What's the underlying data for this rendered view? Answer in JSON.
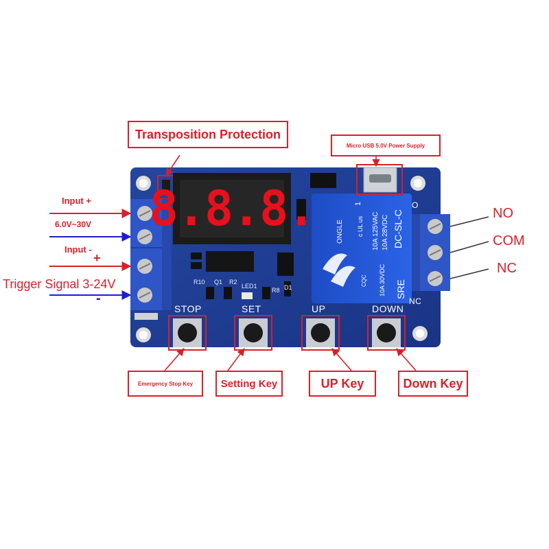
{
  "callouts": {
    "transposition_protection": "Transposition Protection",
    "micro_usb": "Micro USB 5.0V Power Supply",
    "emergency_stop_key": "Emergency Stop Key",
    "setting_key": "Setting Key",
    "up_key": "UP Key",
    "down_key": "Down Key"
  },
  "left_labels": {
    "input_plus": "Input +",
    "voltage_range": "6.0V~30V",
    "input_minus": "Input -",
    "plus_sign": "+",
    "trigger_signal": "Trigger Signal 3-24V",
    "minus_sign": "-"
  },
  "right_labels": {
    "no": "NO",
    "com": "COM",
    "nc": "NC"
  },
  "board": {
    "display_digits": "8.8.8.",
    "key_labels": {
      "stop": "STOP",
      "set": "SET",
      "up": "UP",
      "down": "DOWN"
    },
    "silkscreen": {
      "r10": "R10",
      "q1": "Q1",
      "r2": "R2",
      "led1": "LED1",
      "r8": "R8",
      "d1": "D1",
      "nc_mark": "NC",
      "no_mark": "O"
    },
    "relay": {
      "brand": "ONGLE",
      "model": "DC-SL-C",
      "rating_ac": "10A 125VAC",
      "rating_dc": "10A 28VDC",
      "rating_dc2": "10A 30VDC",
      "cert_ul": "c UL us",
      "cert_cqc": "CQC",
      "sre": "SRE",
      "pin_one": "1"
    }
  },
  "colors": {
    "callout_red": "#d8202a",
    "arrow_blue": "#1c1cd6",
    "pcb_blue": "#1f3d96",
    "terminal_blue": "#2f56c7",
    "relay_blue": "#2355d4",
    "display_red": "#e8101c"
  }
}
